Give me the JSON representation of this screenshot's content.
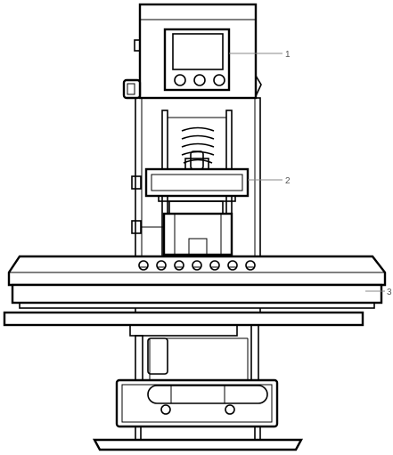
{
  "callouts": [
    {
      "label": "1"
    },
    {
      "label": "2"
    },
    {
      "label": "3"
    }
  ],
  "colors": {
    "line": "#000000",
    "leader": "#888888",
    "label": "#555555",
    "background": "#ffffff"
  }
}
